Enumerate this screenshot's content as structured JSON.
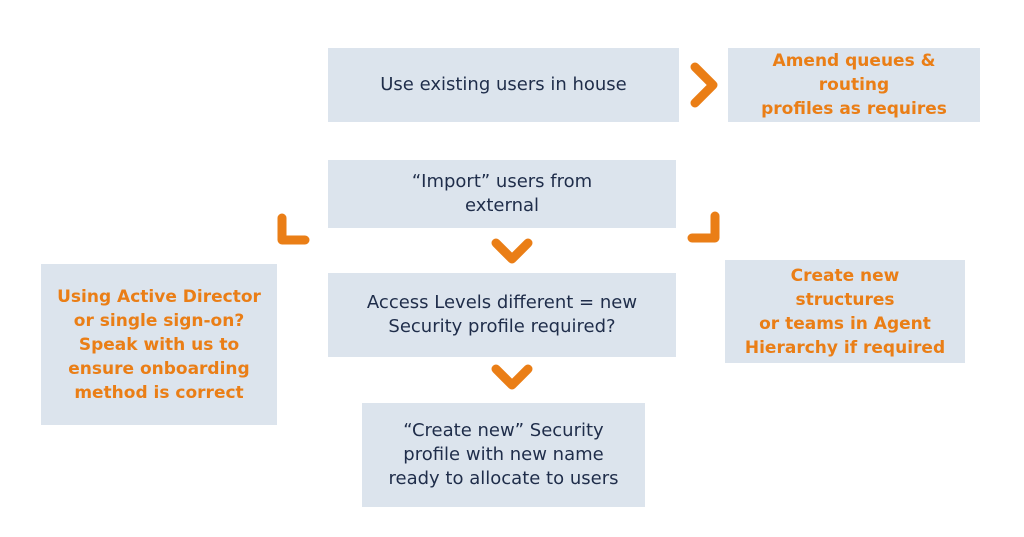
{
  "colors": {
    "box": "#dce4ed",
    "text": "#1f2d4a",
    "accent": "#ea7e16"
  },
  "nodes": {
    "existing": "Use existing users in house",
    "amend": "Amend queues & routing\nprofiles as requires",
    "import": "“Import” users from\nexternal",
    "access": "Access Levels different = new\nSecurity profile required?",
    "active": "Using Active Director\nor single sign-on?\nSpeak with us to\nensure onboarding\nmethod is correct",
    "structures": "Create new structures\nor teams in Agent\nHierarchy if required",
    "create": "“Create new” Security\nprofile with new name\nready to allocate to users"
  },
  "icons": {
    "right": "chevron-right-icon",
    "down": "chevron-down-icon",
    "left_corner": "corner-left-icon",
    "right_corner": "corner-right-icon"
  }
}
